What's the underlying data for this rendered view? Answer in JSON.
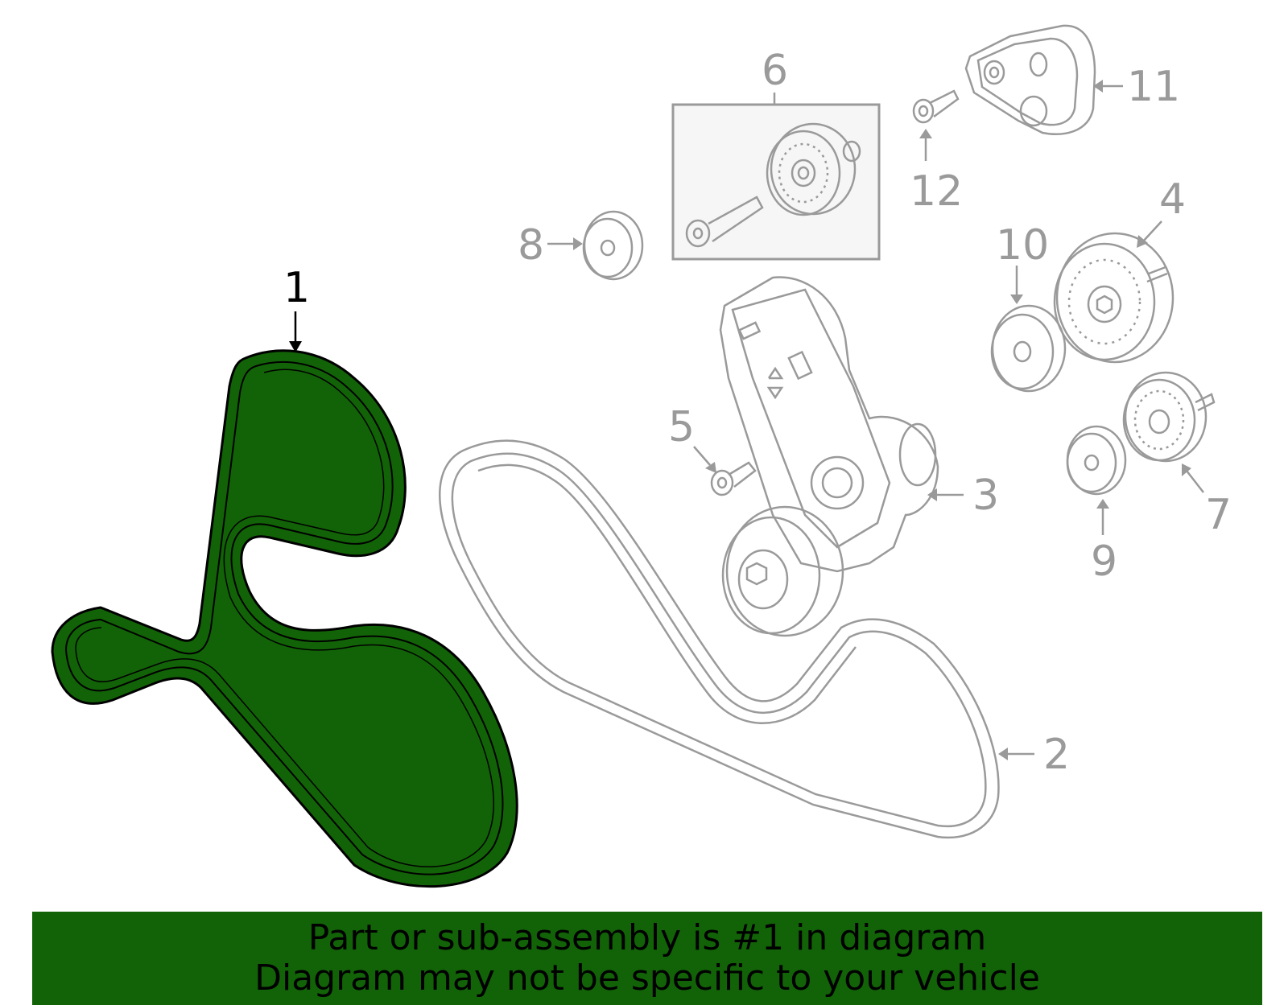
{
  "callouts": {
    "c1": "1",
    "c2": "2",
    "c3": "3",
    "c4": "4",
    "c5": "5",
    "c6": "6",
    "c7": "7",
    "c8": "8",
    "c9": "9",
    "c10": "10",
    "c11": "11",
    "c12": "12"
  },
  "highlighted_part": "1",
  "colors": {
    "highlight_fill": "#126307",
    "part_outline": "#9a9a9a",
    "banner_bg": "#126307"
  },
  "banner": {
    "line1": "Part or sub-assembly is #1 in diagram",
    "line2": "Diagram may not be specific to your vehicle"
  }
}
